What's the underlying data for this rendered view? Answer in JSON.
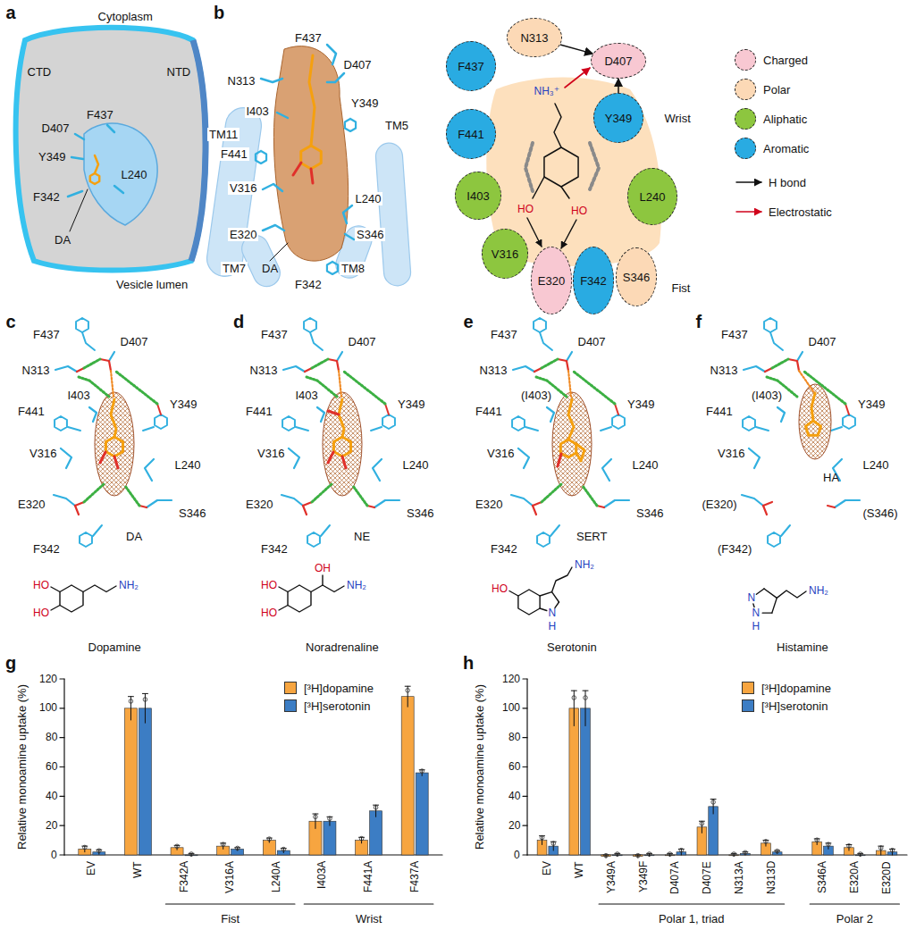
{
  "diagram": {
    "nodes": [
      {
        "text": [
          "N313"
        ]
      },
      {
        "text": [
          "F437"
        ]
      },
      {
        "text": [
          "D407"
        ]
      },
      {
        "text": [
          "Y349"
        ]
      },
      {
        "text": [
          "F441"
        ]
      },
      {
        "text": [
          "I403"
        ]
      },
      {
        "text": [
          "L240"
        ]
      },
      {
        "text": [
          "V316"
        ]
      },
      {
        "text": [
          "E320"
        ]
      },
      {
        "text": [
          "F342"
        ]
      },
      {
        "text": [
          "S346"
        ]
      }
    ],
    "edges": [
      {
        "from": 0,
        "to": 2,
        "arrow": "to"
      },
      {
        "from": 3,
        "to": 2,
        "arrow": "to"
      }
    ],
    "labels": [
      "a",
      "Cytoplasm",
      "CTD",
      "NTD",
      "F437",
      "D407",
      "Y349",
      "L240",
      "F342",
      "DA",
      "Vesicle lumen",
      "b",
      "F437",
      "D407",
      "N313",
      "I403",
      "Y349",
      "TM5",
      "TM11",
      "F441",
      "V316",
      "L240",
      "S346",
      "E320",
      "F342",
      "TM7",
      "TM8",
      "DA",
      "NH₃⁺",
      "HO",
      "HO",
      "Wrist",
      "Fist",
      "c",
      "F437",
      "D407",
      "N313",
      "I403",
      "F441",
      "Y349",
      "V316",
      "L240",
      "E320",
      "S346",
      "F342",
      "DA",
      "HO",
      "HO",
      "NH₂",
      "Dopamine",
      "d",
      "F437",
      "D407",
      "N313",
      "F441",
      "Y349",
      "I403",
      "V316",
      "L240",
      "E320",
      "S346",
      "F342",
      "NE",
      "OH",
      "HO",
      "HO",
      "NH₂",
      "Noradrenaline",
      "e",
      "F437",
      "D407",
      "N313",
      "(I403)",
      "F441",
      "Y349",
      "V316",
      "L240",
      "E320",
      "S346",
      "F342",
      "SERT",
      "HO",
      "NH₂",
      "N",
      "H",
      "Serotonin",
      "f",
      "F437",
      "D407",
      "N313",
      "(I403)",
      "Y349",
      "F441",
      "V316",
      "HA",
      "L240",
      "(E320)",
      "(S346)",
      "(F342)",
      "N",
      "NH₂",
      "N",
      "H",
      "Histamine",
      "g",
      "Relative monoamine uptake (%)",
      "0",
      "20",
      "40",
      "60",
      "80",
      "100",
      "120",
      "EV",
      "WT",
      "F342A",
      "V316A",
      "L240A",
      "I403A",
      "F441A",
      "F437A",
      "Fist",
      "Wrist",
      "h",
      "Relative monoamine uptake (%)",
      "0",
      "20",
      "40",
      "60",
      "80",
      "100",
      "120",
      "EV",
      "WT",
      "Y349A",
      "Y349F",
      "D407A",
      "D407E",
      "N313A",
      "N313D",
      "S346A",
      "E320A",
      "E320D",
      "Polar 1, triad",
      "Polar 2"
    ],
    "legend": [
      {
        "text": "Charged",
        "color": "#f8c8d2"
      },
      {
        "text": "Polar",
        "color": "#fcd9b6"
      },
      {
        "text": "Aliphatic",
        "color": "#8dc63f"
      },
      {
        "text": "Aromatic",
        "color": "#29abe2"
      },
      {
        "text": "H bond"
      },
      {
        "text": "Electrostatic"
      },
      {
        "text": "[³H]dopamine",
        "color": "#f7a540"
      },
      {
        "text": "[³H]serotonin",
        "color": "#3c7dc4"
      },
      {
        "text": "[³H]dopamine",
        "color": "#f7a540"
      },
      {
        "text": "[³H]serotonin",
        "color": "#3c7dc4"
      }
    ]
  }
}
